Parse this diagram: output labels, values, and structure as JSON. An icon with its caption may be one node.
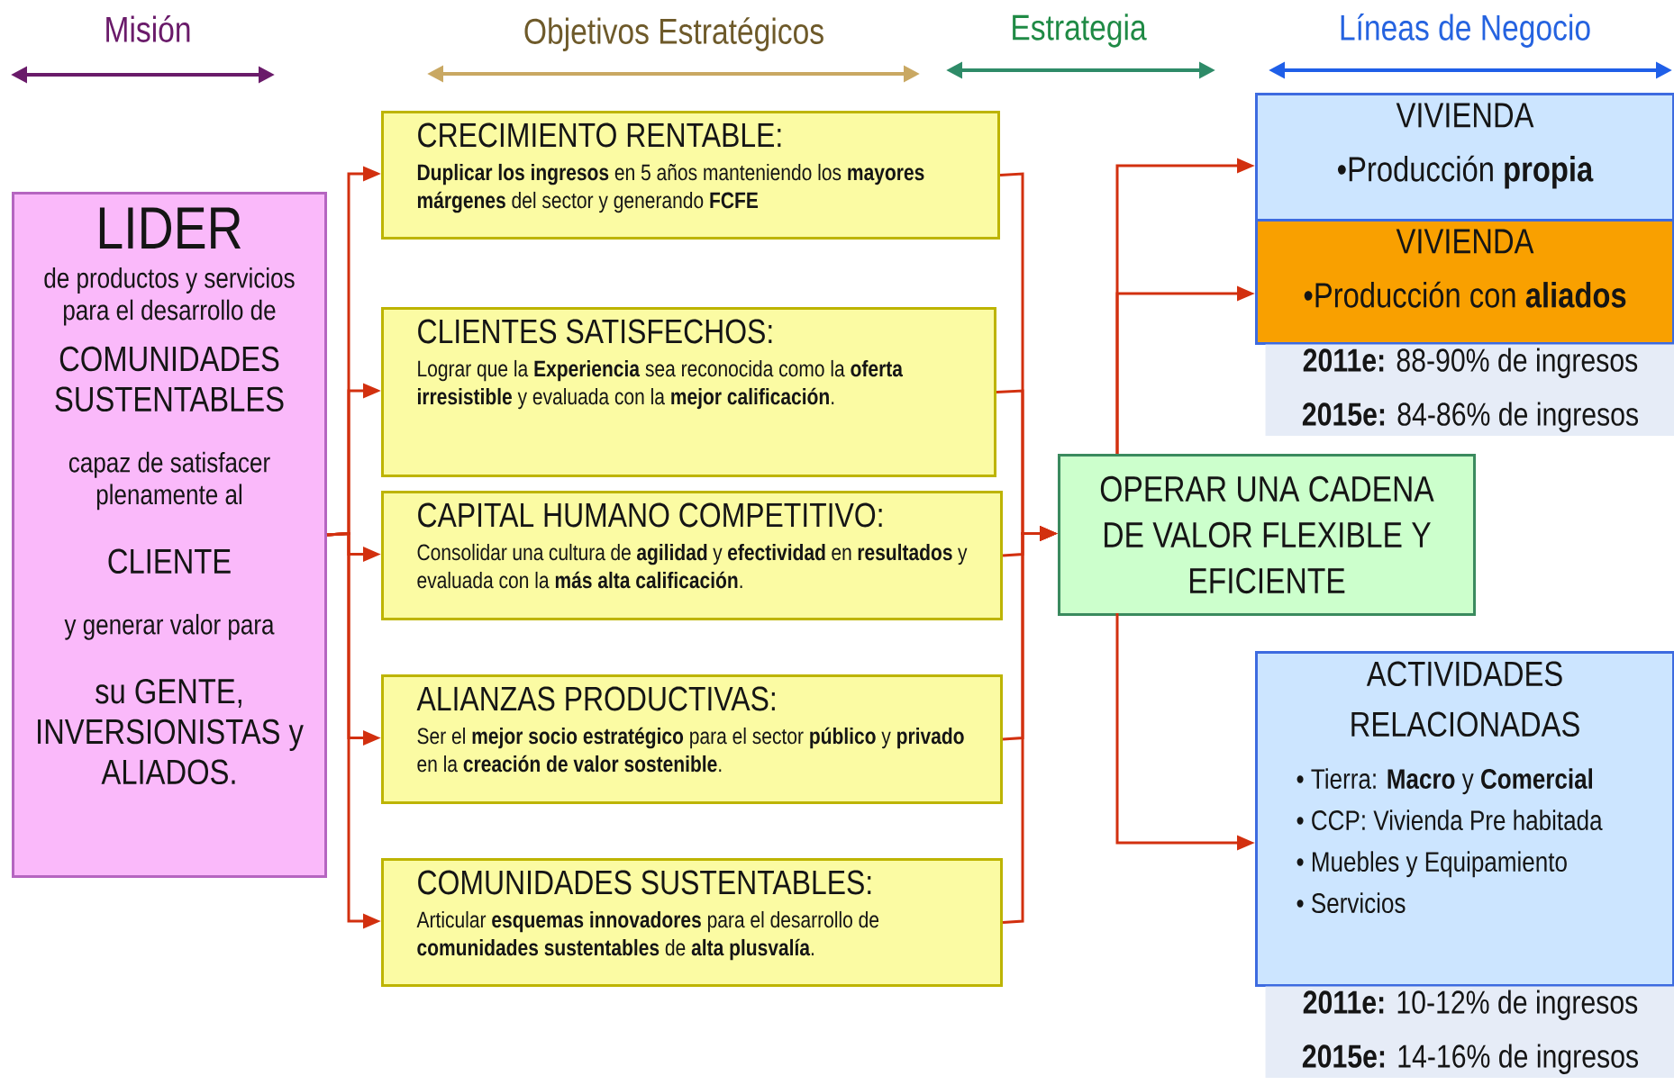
{
  "diagram": {
    "nodes": [
      {
        "text": [
          "LIDER",
          "de productos y servicios para el desarrollo de",
          "COMUNIDADES SUSTENTABLES",
          "capaz de satisfacer plenamente al",
          "CLIENTE",
          "y generar valor para",
          "su GENTE, INVERSIONISTAS y ALIADOS."
        ]
      },
      {
        "text": [
          "CRECIMIENTO RENTABLE:",
          "**Duplicar los ingresos** en 5 años manteniendo los **mayores márgenes** del sector y generando **FCFE**"
        ]
      },
      {
        "text": [
          "CLIENTES SATISFECHOS:",
          "Lograr que la **Experiencia** sea reconocida como la **oferta irresistible** y evaluada con la **mejor calificación**."
        ]
      },
      {
        "text": [
          "CAPITAL HUMANO COMPETITIVO:",
          "Consolidar una cultura de **agilidad** y **efectividad** en **resultados** y evaluada con la **más alta calificación**."
        ]
      },
      {
        "text": [
          "ALIANZAS PRODUCTIVAS:",
          "Ser el **mejor socio estratégico** para el sector **público** y **privado** en la **creación de valor sostenible**."
        ]
      },
      {
        "text": [
          "COMUNIDADES SUSTENTABLES:",
          "Articular **esquemas innovadores** para el desarrollo de **comunidades sustentables** de **alta plusvalía**."
        ]
      },
      {
        "text": [
          "OPERAR UNA CADENA DE VALOR FLEXIBLE Y EFICIENTE"
        ]
      },
      {
        "text": [
          "VIVIENDA",
          "•Producción **propia**"
        ]
      },
      {
        "text": [
          "VIVIENDA",
          "•Producción con **aliados**"
        ],
        "beside": [
          "**2011e:** 88-90% de ingresos",
          "**2015e:** 84-86% de ingresos"
        ]
      },
      {
        "text": [
          "ACTIVIDADES RELACIONADAS",
          "• Tierra: **Macro** y **Comercial**",
          "• CCP: Vivienda Pre habitada",
          "• Muebles y Equipamiento",
          "• Servicios"
        ],
        "beside": [
          "**2011e:** 10-12% de ingresos",
          "**2015e:** 14-16% de ingresos"
        ]
      }
    ],
    "edges": [
      {
        "from": 0,
        "to": 1,
        "arrow": "to"
      },
      {
        "from": 0,
        "to": 2,
        "arrow": "to"
      },
      {
        "from": 0,
        "to": 3,
        "arrow": "to"
      },
      {
        "from": 0,
        "to": 4,
        "arrow": "to"
      },
      {
        "from": 0,
        "to": 5,
        "arrow": "to"
      },
      {
        "from": 1,
        "to": 6,
        "arrow": "to"
      },
      {
        "from": 2,
        "to": 6,
        "arrow": "to"
      },
      {
        "from": 3,
        "to": 6,
        "arrow": "to"
      },
      {
        "from": 4,
        "to": 6,
        "arrow": "to"
      },
      {
        "from": 5,
        "to": 6,
        "arrow": "to"
      },
      {
        "from": 6,
        "to": 7,
        "arrow": "to"
      },
      {
        "from": 6,
        "to": 8,
        "arrow": "to"
      },
      {
        "from": 6,
        "to": 9,
        "arrow": "to"
      }
    ],
    "labels": [
      "Misión",
      "Objetivos Estratégicos",
      "Estrategia",
      "Líneas de Negocio"
    ]
  }
}
